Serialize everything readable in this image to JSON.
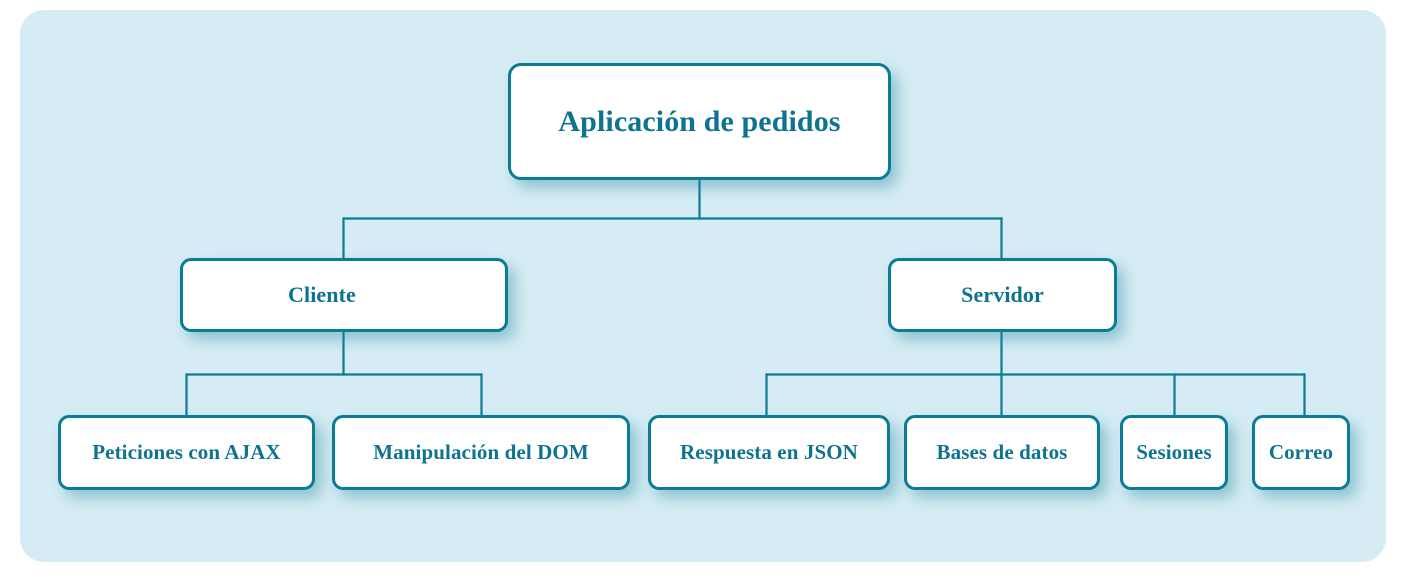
{
  "diagram": {
    "title": "Aplicación de pedidos",
    "type": "tree-hierarchy",
    "colors": {
      "panel_background": "#d6ecf4",
      "page_background": "#ffffff",
      "node_fill": "#ffffff",
      "node_border": "#0b7c93",
      "text": "#0e7391",
      "connector": "#0b7c93"
    },
    "root": {
      "id": "aplicacion-de-pedidos",
      "label": "Aplicación de pedidos"
    },
    "branches": [
      {
        "id": "cliente",
        "label": "Cliente",
        "children": [
          {
            "id": "peticiones-con-ajax",
            "label": "Peticiones con AJAX"
          },
          {
            "id": "manipulacion-del-dom",
            "label": "Manipulación del DOM"
          }
        ]
      },
      {
        "id": "servidor",
        "label": "Servidor",
        "children": [
          {
            "id": "respuesta-en-json",
            "label": "Respuesta en JSON"
          },
          {
            "id": "bases-de-datos",
            "label": "Bases de datos"
          },
          {
            "id": "sesiones",
            "label": "Sesiones"
          },
          {
            "id": "correo",
            "label": "Correo"
          }
        ]
      }
    ]
  }
}
